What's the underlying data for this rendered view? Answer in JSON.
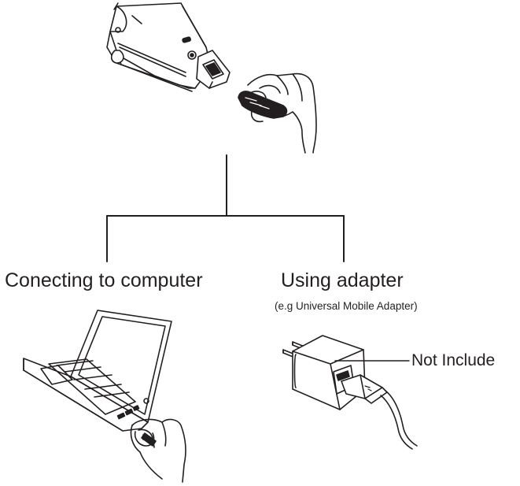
{
  "labels": {
    "connecting_to_computer": "Conecting to computer",
    "using_adapter": "Using adapter",
    "adapter_example": "(e.g Universal Mobile Adapter)",
    "not_included": "Not Include"
  },
  "colors": {
    "line": "#231f20",
    "background": "#ffffff",
    "fill_light": "#ffffff",
    "fill_dark": "#231f20"
  },
  "icons": {
    "device": "handheld-device-icon",
    "plug_hand": "hand-with-plug-icon",
    "laptop": "laptop-icon",
    "usb_adapter": "usb-wall-adapter-icon"
  }
}
